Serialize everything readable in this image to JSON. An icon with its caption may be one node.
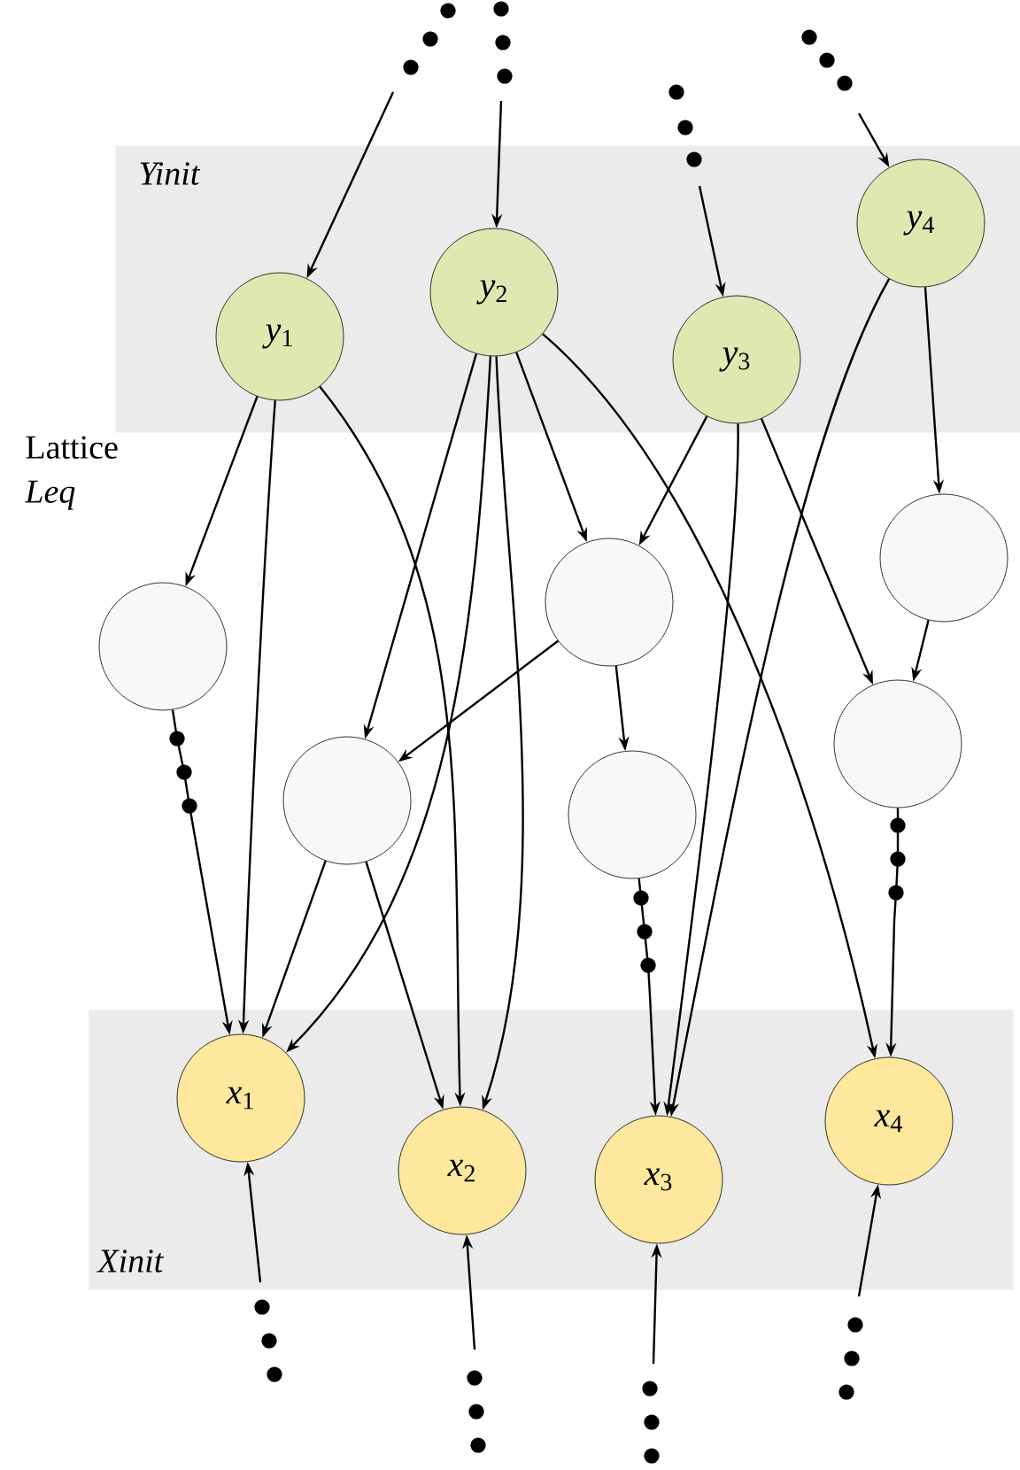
{
  "diagram": {
    "nodes": [
      {
        "text": [
          "Yinit"
        ]
      },
      {
        "text": [
          "*y*$_{1}$"
        ],
        "in": 0
      },
      {
        "text": [
          "*y*$_{2}$"
        ],
        "in": 0
      },
      {
        "text": [
          "*y*$_{3}$"
        ],
        "in": 0
      },
      {
        "text": [
          "*y*$_{4}$"
        ],
        "in": 0
      },
      {
        "text": [],
        "shape": "circle"
      },
      {
        "text": [],
        "shape": "circle"
      },
      {
        "text": [],
        "shape": "circle"
      },
      {
        "text": [],
        "shape": "circle"
      },
      {
        "text": [],
        "shape": "circle"
      },
      {
        "text": [],
        "shape": "circle"
      },
      {
        "text": [
          "Xinit"
        ]
      },
      {
        "text": [
          "*x*$_{1}$"
        ],
        "in": 11
      },
      {
        "text": [
          "*x*$_{2}$"
        ],
        "in": 11
      },
      {
        "text": [
          "*x*$_{3}$"
        ],
        "in": 11
      },
      {
        "text": [
          "*x*$_{4}$"
        ],
        "in": 11
      }
    ],
    "edges": [
      {
        "from": null,
        "to": 1,
        "arrow": "to"
      },
      {
        "from": null,
        "to": 2,
        "arrow": "to"
      },
      {
        "from": null,
        "to": 3,
        "arrow": "to"
      },
      {
        "from": null,
        "to": 4,
        "arrow": "to"
      },
      {
        "from": 1,
        "to": 5,
        "arrow": "to"
      },
      {
        "from": 1,
        "to": 12,
        "arrow": "to"
      },
      {
        "from": 1,
        "to": 13,
        "arrow": "to"
      },
      {
        "from": 2,
        "to": 8,
        "arrow": "to"
      },
      {
        "from": 2,
        "to": 12,
        "arrow": "to"
      },
      {
        "from": 2,
        "to": 13,
        "arrow": "to"
      },
      {
        "from": 2,
        "to": 6,
        "arrow": "to"
      },
      {
        "from": 2,
        "to": 15,
        "arrow": "to"
      },
      {
        "from": 3,
        "to": 6,
        "arrow": "to"
      },
      {
        "from": 3,
        "to": 14,
        "arrow": "to"
      },
      {
        "from": 3,
        "to": 10,
        "arrow": "to"
      },
      {
        "from": 4,
        "to": 14,
        "arrow": "to"
      },
      {
        "from": 4,
        "to": 7,
        "arrow": "to"
      },
      {
        "from": 7,
        "to": 10,
        "arrow": "to"
      },
      {
        "from": 6,
        "to": 8,
        "arrow": "to"
      },
      {
        "from": 6,
        "to": 9,
        "arrow": "to"
      },
      {
        "from": 8,
        "to": 12,
        "arrow": "to"
      },
      {
        "from": 8,
        "to": 13,
        "arrow": "to"
      },
      {
        "from": 5,
        "to": 12,
        "arrow": "to"
      },
      {
        "from": 9,
        "to": 14,
        "arrow": "to"
      },
      {
        "from": 10,
        "to": 15,
        "arrow": "to"
      },
      {
        "from": null,
        "to": 12,
        "arrow": "to"
      },
      {
        "from": null,
        "to": 13,
        "arrow": "to"
      },
      {
        "from": null,
        "to": 14,
        "arrow": "to"
      },
      {
        "from": null,
        "to": 15,
        "arrow": "to"
      }
    ],
    "labels": [
      "Lattice *Leq*"
    ]
  }
}
